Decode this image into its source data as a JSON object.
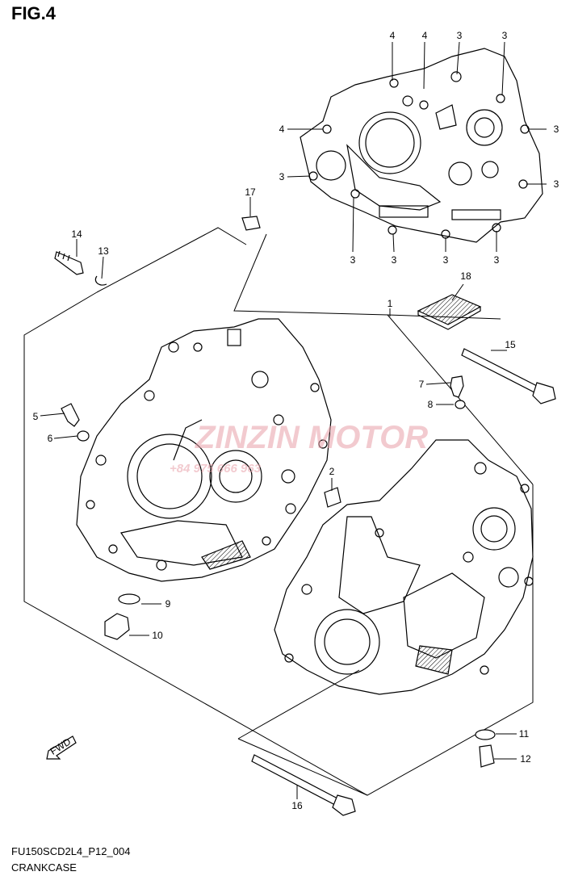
{
  "figure": {
    "title": "FIG.4"
  },
  "footer": {
    "code": "FU150SCD2L4_P12_004",
    "name": "CRANKCASE"
  },
  "watermark": {
    "brand": "ZINZIN MOTOR",
    "phone": "+84 975 666 963",
    "color": "#e8a0a8"
  },
  "fwd_label": "FWD",
  "callouts": [
    {
      "id": "c4a",
      "text": "4"
    },
    {
      "id": "c4b",
      "text": "4"
    },
    {
      "id": "c3a",
      "text": "3"
    },
    {
      "id": "c3b",
      "text": "3"
    },
    {
      "id": "c4c",
      "text": "4"
    },
    {
      "id": "c3c",
      "text": "3"
    },
    {
      "id": "c3d",
      "text": "3"
    },
    {
      "id": "c3e",
      "text": "3"
    },
    {
      "id": "c3f",
      "text": "3"
    },
    {
      "id": "c3g",
      "text": "3"
    },
    {
      "id": "c3h",
      "text": "3"
    },
    {
      "id": "c3i",
      "text": "3"
    },
    {
      "id": "c17",
      "text": "17"
    },
    {
      "id": "c14",
      "text": "14"
    },
    {
      "id": "c13",
      "text": "13"
    },
    {
      "id": "c18",
      "text": "18"
    },
    {
      "id": "c1",
      "text": "1"
    },
    {
      "id": "c15",
      "text": "15"
    },
    {
      "id": "c7",
      "text": "7"
    },
    {
      "id": "c8",
      "text": "8"
    },
    {
      "id": "c5",
      "text": "5"
    },
    {
      "id": "c6",
      "text": "6"
    },
    {
      "id": "c2",
      "text": "2"
    },
    {
      "id": "c9",
      "text": "9"
    },
    {
      "id": "c10",
      "text": "10"
    },
    {
      "id": "c11",
      "text": "11"
    },
    {
      "id": "c12",
      "text": "12"
    },
    {
      "id": "c16",
      "text": "16"
    }
  ]
}
